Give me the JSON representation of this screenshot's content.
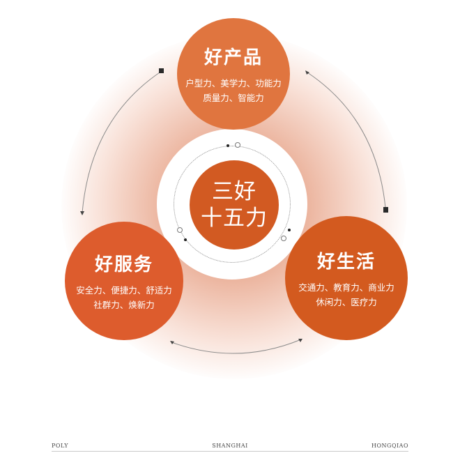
{
  "diagram": {
    "center": {
      "line1": "三好",
      "line2": "十五力"
    },
    "nodes": [
      {
        "id": "product",
        "title": "好产品",
        "line1": "户型力、美学力、功能力",
        "line2": "质量力、智能力",
        "color": "#e0753f"
      },
      {
        "id": "service",
        "title": "好服务",
        "line1": "安全力、便捷力、舒适力",
        "line2": "社群力、焕新力",
        "color": "#dd5c2d"
      },
      {
        "id": "life",
        "title": "好生活",
        "line1": "交通力、教育力、商业力",
        "line2": "休闲力、医疗力",
        "color": "#d35a1f"
      }
    ],
    "colors": {
      "core": "#d25a22",
      "glow": "#e8a584",
      "arc": "#888888"
    }
  },
  "footer": {
    "left": "POLY",
    "center": "SHANGHAI",
    "right": "HONGQIAO"
  }
}
